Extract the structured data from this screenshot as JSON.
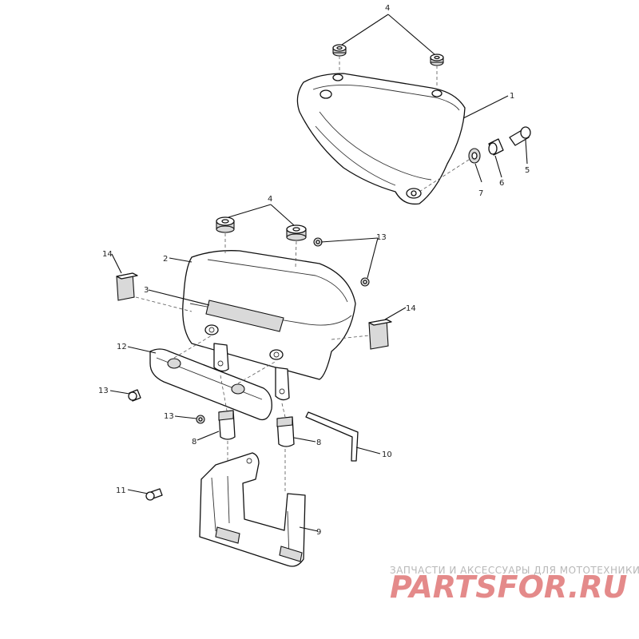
{
  "diagram": {
    "callouts": {
      "c1": "1",
      "c2": "2",
      "c3": "3",
      "c4_top": "4",
      "c4_mid": "4",
      "c5": "5",
      "c6": "6",
      "c7": "7",
      "c8_left": "8",
      "c8_right": "8",
      "c9": "9",
      "c10": "10",
      "c11": "11",
      "c12": "12",
      "c13_top": "13",
      "c13_left": "13",
      "c13_bottom": "13",
      "c14_left": "14",
      "c14_right": "14"
    }
  },
  "watermark": {
    "tagline": "ЗАПЧАСТИ И АКСЕССУАРЫ ДЛЯ МОТОТЕХНИКИ",
    "logo_text": "PARTSFOR.RU",
    "logo_color": "#e48a8a"
  }
}
